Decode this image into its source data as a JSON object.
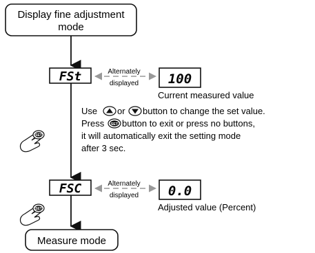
{
  "start_box": {
    "line1": "Display fine adjustment",
    "line2": "mode"
  },
  "end_box": {
    "label": "Measure mode"
  },
  "display1": {
    "left": "FSt",
    "right": "100",
    "alt_line1": "Alternately",
    "alt_line2": "displayed",
    "right_caption": "Current measured value"
  },
  "display2": {
    "left": "FSC",
    "right": "0.0",
    "alt_line1": "Alternately",
    "alt_line2": "displayed",
    "right_caption": "Adjusted value (Percent)"
  },
  "instructions": {
    "line1_a": "Use",
    "line1_b": "or",
    "line1_c": "button to change the set value.",
    "line2_a": "Press",
    "line2_b": "button to exit or press no buttons,",
    "line3": "it will automatically exit the setting mode",
    "line4": "after 3 sec."
  },
  "buttons": {
    "set_label": "SET"
  },
  "icons": [
    "up-button-icon",
    "down-button-icon",
    "set-button-icon",
    "hand-press-icon"
  ]
}
